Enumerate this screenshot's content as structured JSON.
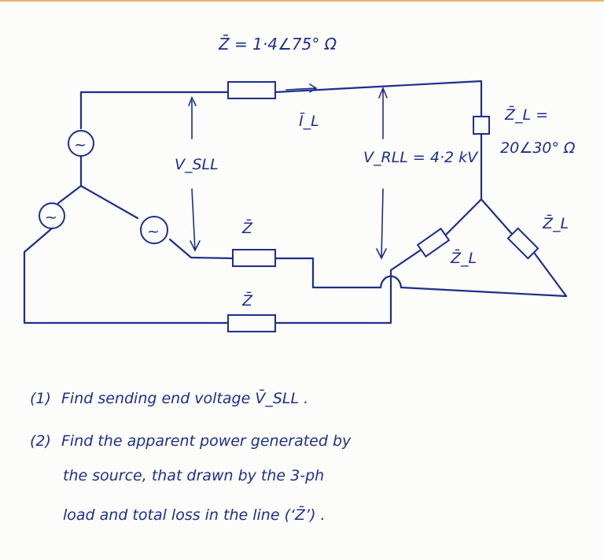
{
  "diagram": {
    "line_impedance_label": "Z̄ = 1·4∠75° Ω",
    "line_current_label": "Ī_L",
    "sending_voltage_label": "V_SLL",
    "receiving_voltage_label": "V_RLL = 4·2 kV",
    "load_impedance_label_1": "Z̄_L =",
    "load_impedance_label_2": "20∠30° Ω",
    "load_impedance_symbol": "Z̄_L",
    "line_impedance_symbol": "Z̄",
    "source_symbol": "~",
    "colors": {
      "ink": "#1d2f8c",
      "paper": "#fcfcfa",
      "edge": "#e9b46a"
    }
  },
  "questions": [
    {
      "number": "(1)",
      "lines": [
        "Find sending end voltage V̄_SLL ."
      ]
    },
    {
      "number": "(2)",
      "lines": [
        "Find the apparent power generated by",
        "the source, that drawn by the 3-ph",
        "load and total loss in the line (‘Z̄’) ."
      ]
    }
  ]
}
